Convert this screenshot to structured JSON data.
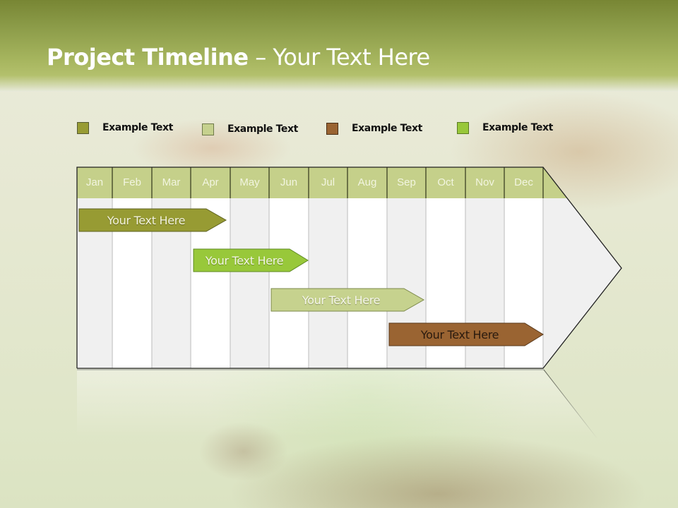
{
  "title": {
    "bold": "Project Timeline",
    "rest": " – Your Text Here"
  },
  "legend": [
    {
      "label": "Example Text",
      "color": "#989c34"
    },
    {
      "label": "Example Text",
      "color": "#c6d18e"
    },
    {
      "label": "Example Text",
      "color": "#9a6432"
    },
    {
      "label": "Example Text",
      "color": "#98c83a"
    }
  ],
  "colors": {
    "header_fill": "#c5d08a",
    "column_light": "#f0f0f0",
    "column_white": "#ffffff",
    "grid_line": "#cccccc",
    "outline": "#222222"
  },
  "chart_data": {
    "type": "gantt",
    "title": "Project Timeline – Your Text Here",
    "categories": [
      "Jan",
      "Feb",
      "Mar",
      "Apr",
      "May",
      "Jun",
      "Jul",
      "Aug",
      "Sep",
      "Oct",
      "Nov",
      "Dec"
    ],
    "legend_position": "top",
    "tasks": [
      {
        "label": "Your  Text Here",
        "start": "Jan",
        "end": "Apr",
        "start_index": 0.05,
        "end_index": 3.85,
        "color": "#979b33",
        "text_color": "#f3f3dc"
      },
      {
        "label": "Your  Text Here",
        "start": "Apr",
        "end": "Jun",
        "start_index": 3.05,
        "end_index": 5.95,
        "color": "#98c83a",
        "text_color": "#f3f6e4"
      },
      {
        "label": "Your  Text Here",
        "start": "May",
        "end": "Sep",
        "start_index": 4.98,
        "end_index": 8.9,
        "color": "#c6d28e",
        "text_color": "#f6f7ea"
      },
      {
        "label": "Your  Text Here",
        "start": "Sep",
        "end": "Dec",
        "start_index": 7.98,
        "end_index": 11.98,
        "color": "#9a6432",
        "text_color": "#2a1a0e"
      }
    ]
  }
}
